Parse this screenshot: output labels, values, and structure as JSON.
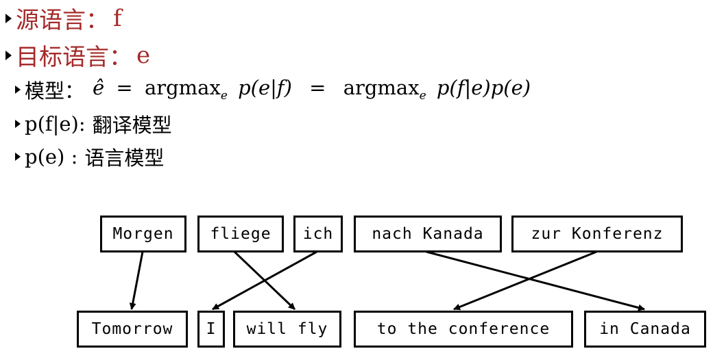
{
  "bullets": {
    "source": {
      "label": "源语言：",
      "value": "f"
    },
    "target": {
      "label": "目标语言：",
      "value": "e"
    },
    "model": {
      "label": "模型：",
      "ehat": "ê",
      "eq1": "=",
      "argmax1": "argmax",
      "sub1": "e",
      "expr1": "p(e|f)",
      "eq2": "=",
      "argmax2": "argmax",
      "sub2": "e",
      "expr2": "p(f|e)p(e)"
    },
    "translation_model": {
      "term": "p(f|e):",
      "desc": "翻译模型"
    },
    "language_model": {
      "term": "p(e) :",
      "desc": "语言模型"
    }
  },
  "diagram": {
    "source_phrases": [
      "Morgen",
      "fliege",
      "ich",
      "nach Kanada",
      "zur Konferenz"
    ],
    "target_phrases": [
      "Tomorrow",
      "I",
      "will fly",
      "to the conference",
      "in Canada"
    ],
    "alignments": [
      [
        0,
        0
      ],
      [
        1,
        2
      ],
      [
        2,
        1
      ],
      [
        3,
        4
      ],
      [
        4,
        3
      ]
    ]
  },
  "colors": {
    "heading": "#a52a2a",
    "text": "#000000"
  }
}
